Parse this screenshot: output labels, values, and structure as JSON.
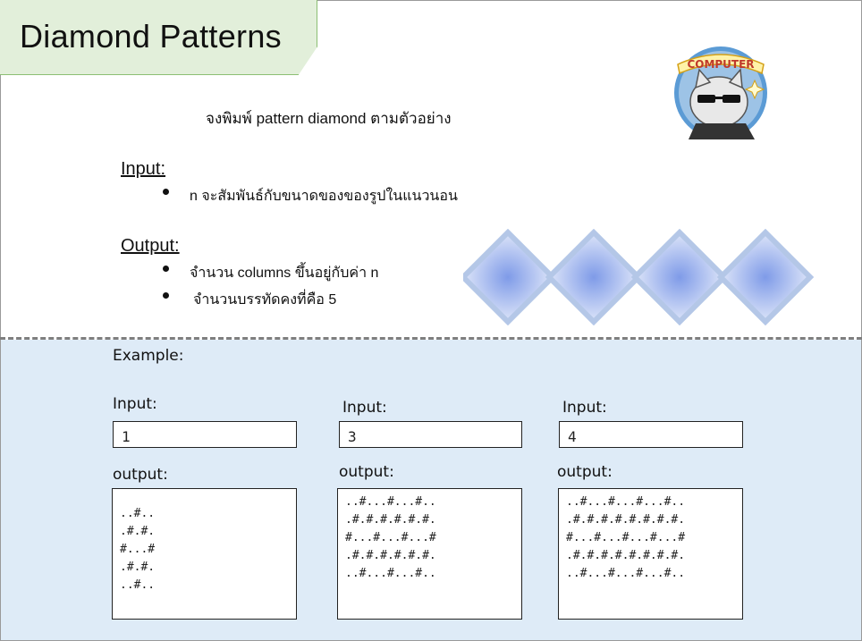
{
  "title": "Diamond Patterns",
  "instruction": "จงพิมพ์ pattern diamond ตามตัวอย่าง",
  "input_section": {
    "heading": "Input:",
    "bullets": [
      "n จะสัมพันธ์กับขนาดของของรูปในแนวนอน"
    ]
  },
  "output_section": {
    "heading": "Output:",
    "bullets": [
      "จำนวน columns ขึ้นอยู่กับค่า n",
      "จำนวนบรรทัดคงที่คือ 5"
    ]
  },
  "mascot": {
    "banner_text": "COMPUTER",
    "icon": "cat-with-sunglasses-laptop-icon"
  },
  "decoration": {
    "diamond_count": 4,
    "colors": {
      "fill": "#8fa8e6",
      "border": "#b4c7e7"
    }
  },
  "example": {
    "label": "Example:",
    "cases": [
      {
        "input_label": "Input:",
        "input_value": "1",
        "output_label": "output:",
        "output_lines": [
          "..#..",
          ".#.#.",
          "#...#",
          ".#.#.",
          "..#.."
        ]
      },
      {
        "input_label": "Input:",
        "input_value": "3",
        "output_label": "output:",
        "output_lines": [
          "..#...#...#..",
          ".#.#.#.#.#.#.",
          "#...#...#...#",
          ".#.#.#.#.#.#.",
          "..#...#...#.."
        ]
      },
      {
        "input_label": "Input:",
        "input_value": "4",
        "output_label": "output:",
        "output_lines": [
          "..#...#...#...#..",
          ".#.#.#.#.#.#.#.#.",
          "#...#...#...#...#",
          ".#.#.#.#.#.#.#.#.",
          "..#...#...#...#.."
        ]
      }
    ]
  },
  "colors": {
    "title_bg": "#e2efda",
    "bottom_bg": "#deebf7",
    "divider": "#7f7f7f"
  }
}
